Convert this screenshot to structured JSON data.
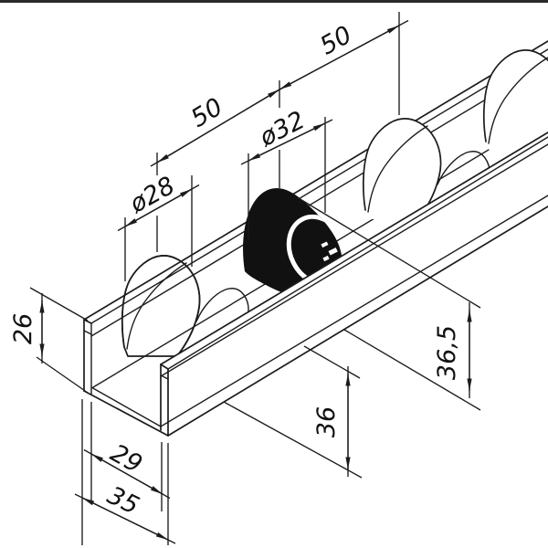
{
  "drawing": {
    "kind": "isometric technical drawing",
    "subject": "roller track rail (C-channel) with plastic rollers, one rubber-coated roller",
    "line_color": "#1c1c1c",
    "background": "#ffffff",
    "dimensions": {
      "pitch1": "50",
      "pitch2": "50",
      "dia_large": "ø32",
      "dia_small": "ø28",
      "rail_height": "26",
      "roller_top_small": "36",
      "roller_top_large": "36,5",
      "inner_width": "29",
      "outer_width": "35"
    }
  }
}
